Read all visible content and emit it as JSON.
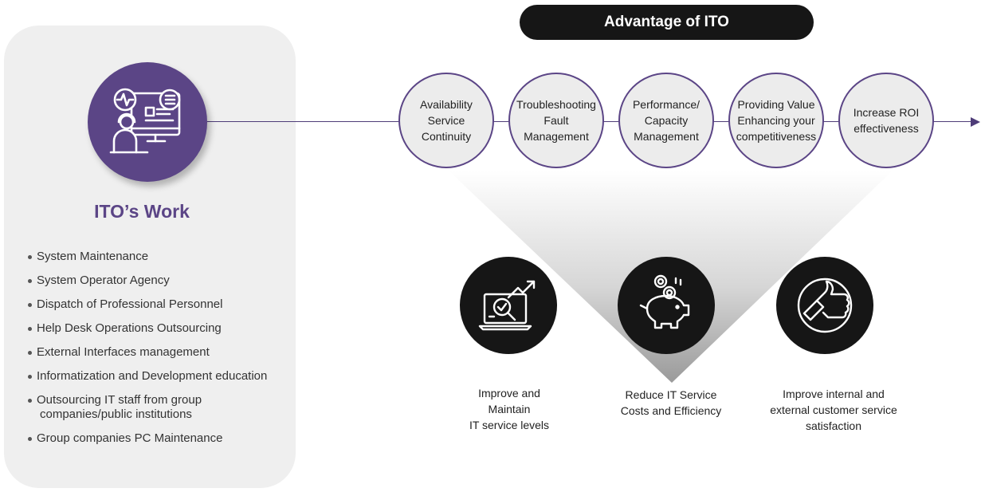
{
  "left_panel": {
    "title": "ITO’s Work",
    "icon": "operator-monitor-icon",
    "items": [
      {
        "lines": [
          "System Maintenance"
        ]
      },
      {
        "lines": [
          "System Operator Agency"
        ]
      },
      {
        "lines": [
          "Dispatch of Professional Personnel"
        ]
      },
      {
        "lines": [
          "Help Desk Operations Outsourcing"
        ]
      },
      {
        "lines": [
          "External Interfaces management"
        ]
      },
      {
        "lines": [
          "Informatization and Development education"
        ]
      },
      {
        "lines": [
          "Outsourcing IT staff from group",
          "companies/public institutions"
        ]
      },
      {
        "lines": [
          "Group companies PC Maintenance"
        ]
      }
    ]
  },
  "header": {
    "title": "Advantage of ITO"
  },
  "advantages": [
    {
      "lines": [
        "Availability",
        "Service",
        "Continuity"
      ]
    },
    {
      "lines": [
        "Troubleshooting",
        "Fault",
        "Management"
      ]
    },
    {
      "lines": [
        "Performance/",
        "Capacity",
        "Management"
      ]
    },
    {
      "lines": [
        "Providing Value",
        "Enhancing your",
        "competitiveness"
      ]
    },
    {
      "lines": [
        "Increase ROI",
        "effectiveness"
      ]
    }
  ],
  "benefits": [
    {
      "icon": "laptop-search-growth-icon",
      "lines": [
        "Improve and",
        "Maintain",
        "IT service levels"
      ]
    },
    {
      "icon": "piggy-bank-coins-icon",
      "lines": [
        "Reduce IT Service",
        "Costs and Efficiency"
      ]
    },
    {
      "icon": "thumbs-up-icon",
      "lines": [
        "Improve internal and",
        "external customer service",
        "satisfaction"
      ]
    }
  ],
  "colors": {
    "accent_purple": "#5b4586",
    "dark": "#161616",
    "panel_gray": "#efefef"
  }
}
